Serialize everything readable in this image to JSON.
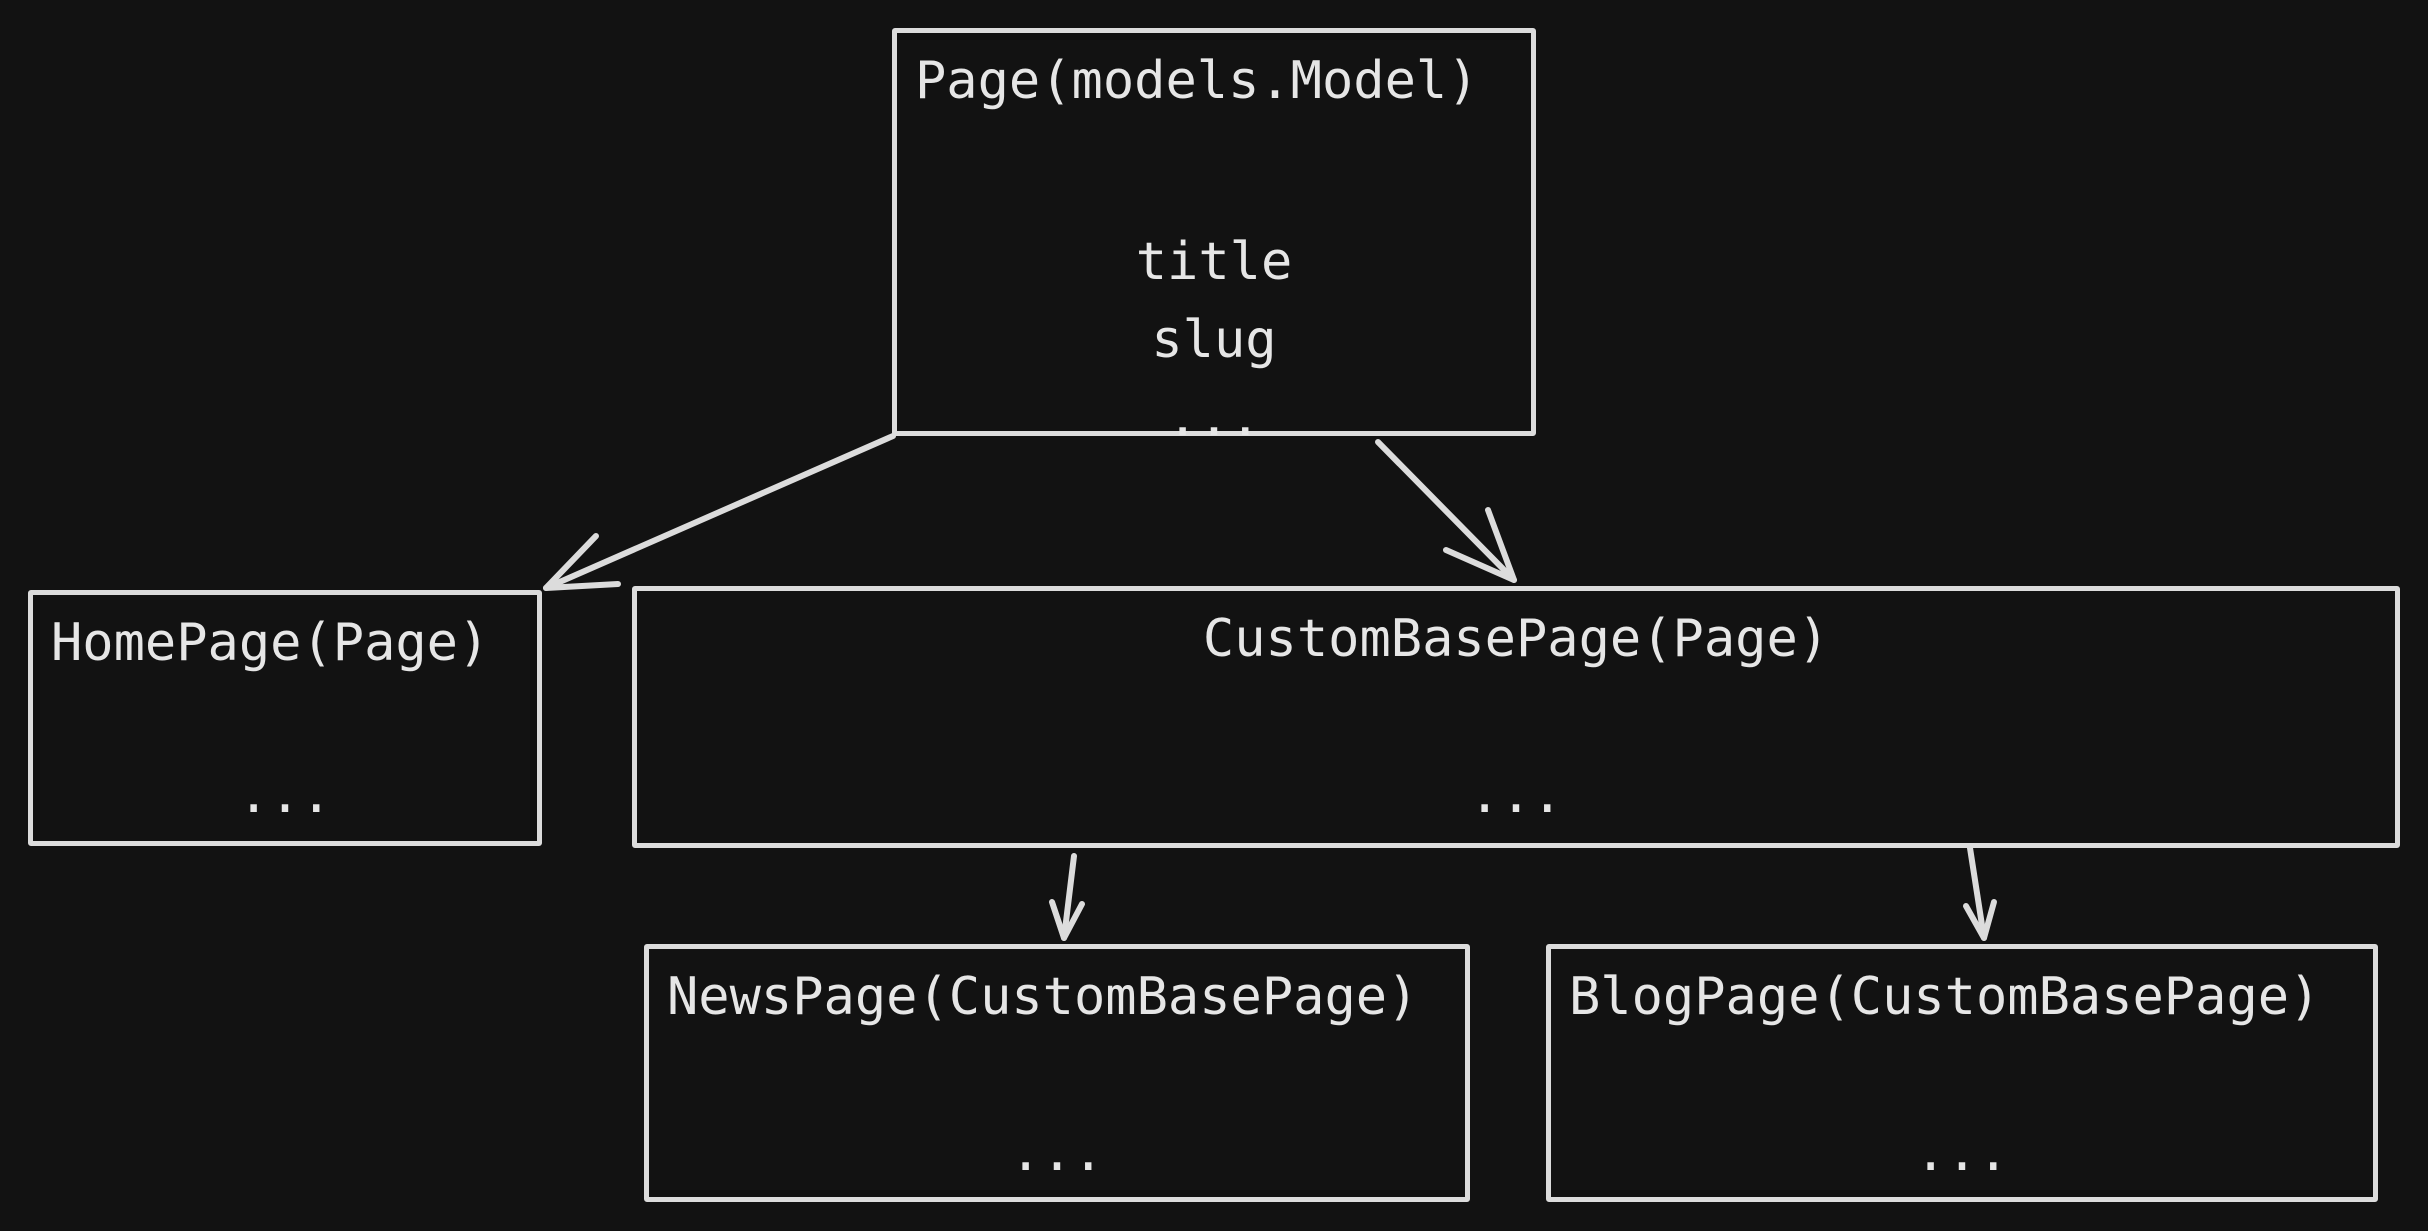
{
  "diagram": {
    "nodes": {
      "page": {
        "title": "Page(models.Model)",
        "fields": [
          "title",
          "slug",
          "..."
        ]
      },
      "home": {
        "title": "HomePage(Page)",
        "body": "..."
      },
      "custom_base": {
        "title": "CustomBasePage(Page)",
        "body": "..."
      },
      "news": {
        "title": "NewsPage(CustomBasePage)",
        "body": "..."
      },
      "blog": {
        "title": "BlogPage(CustomBasePage)",
        "body": "..."
      }
    },
    "edges": [
      {
        "from": "page",
        "to": "home"
      },
      {
        "from": "page",
        "to": "custom_base"
      },
      {
        "from": "custom_base",
        "to": "news"
      },
      {
        "from": "custom_base",
        "to": "blog"
      }
    ],
    "colors": {
      "background": "#121212",
      "stroke": "#dcdcdc",
      "text": "#e6e6e6"
    }
  }
}
